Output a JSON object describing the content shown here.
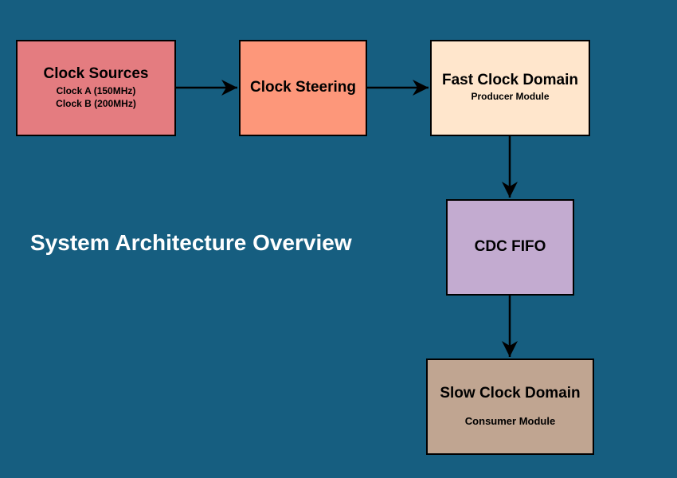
{
  "title": "System Architecture Overview",
  "nodes": {
    "sources": {
      "title": "Clock Sources",
      "line1": "Clock A  (150MHz)",
      "line2": "Clock B  (200MHz)"
    },
    "steering": {
      "title": "Clock Steering"
    },
    "fast": {
      "title": "Fast Clock Domain",
      "subtitle": "Producer Module"
    },
    "fifo": {
      "title": "CDC FIFO"
    },
    "slow": {
      "title": "Slow Clock Domain",
      "subtitle": "Consumer Module"
    }
  },
  "colors": {
    "background": "#165e80",
    "sources": "#e47c80",
    "steering": "#fd977a",
    "fast": "#ffe6cc",
    "fifo": "#c3abd0",
    "slow": "#c0a591"
  }
}
